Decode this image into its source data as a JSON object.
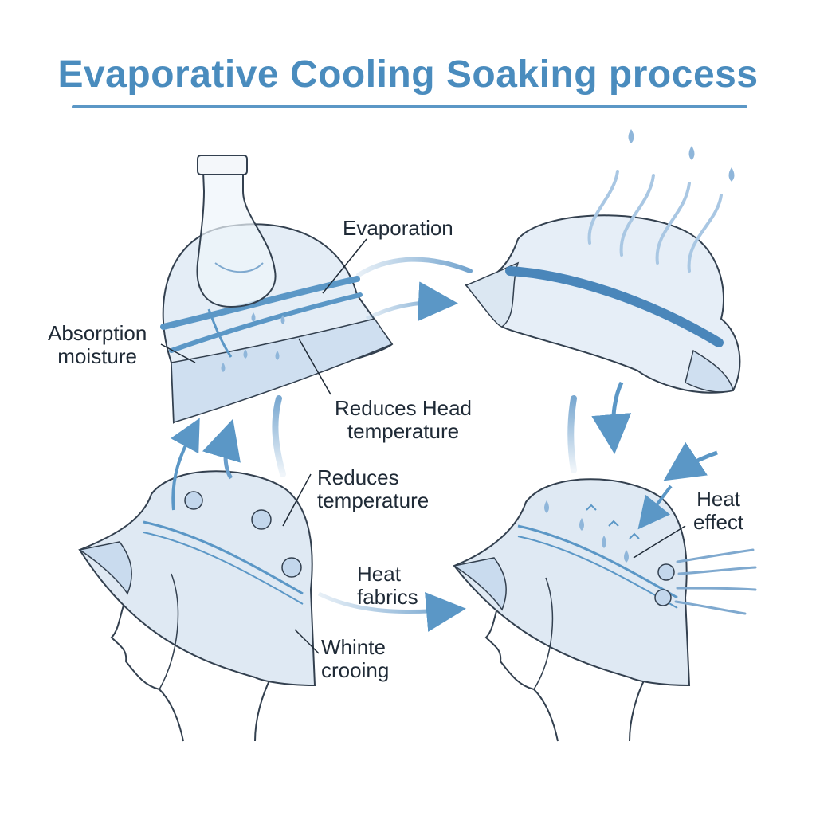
{
  "title": "Evaporative Cooling Soaking process",
  "labels": {
    "evaporation": "Evaporation",
    "absorption": [
      "Absorption",
      "moisture"
    ],
    "reduces_head": [
      "Reduces Head",
      "temperature"
    ],
    "reduces_temp": [
      "Reduces",
      "temperature"
    ],
    "heat_effect": [
      "Heat",
      "effect"
    ],
    "heat_fabrics": [
      "Heat",
      "fabrics"
    ],
    "whinte": [
      "Whinte",
      "crooing"
    ]
  },
  "colors": {
    "accent": "#4a8cbe",
    "hat_fill": "#dfe9f3",
    "hat_stroke": "#33404f",
    "band": "#5b97c6",
    "arrow": "#6a9ecb",
    "text": "#1f2a36"
  }
}
